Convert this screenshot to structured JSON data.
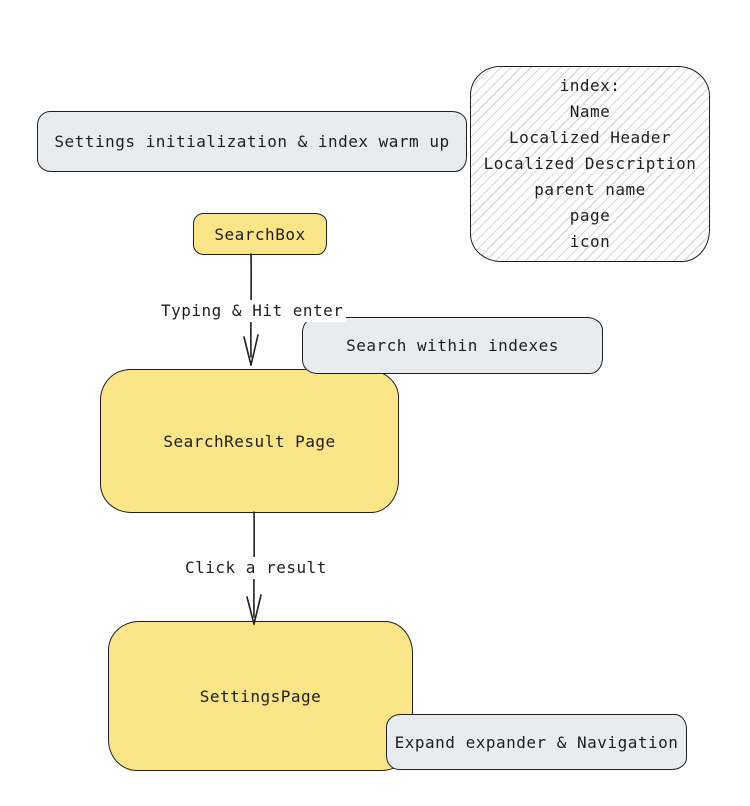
{
  "diagram": {
    "colors": {
      "yellow_fill": "#fae588",
      "grey_fill": "#e9ecef",
      "stroke": "#1e1e1e",
      "hachure_line": "#dadada",
      "background": "#ffffff"
    },
    "nodes": {
      "settings_init": {
        "label": "Settings initialization & index warm up"
      },
      "index_note": {
        "lines": [
          "index:",
          "Name",
          "Localized Header",
          "Localized Description",
          "parent name",
          "page",
          "icon"
        ]
      },
      "search_box": {
        "label": "SearchBox"
      },
      "search_within": {
        "label": "Search within indexes"
      },
      "search_result": {
        "label": "SearchResult Page"
      },
      "settings_page": {
        "label": "SettingsPage"
      },
      "expand_nav": {
        "label": "Expand expander & Navigation"
      }
    },
    "edges": {
      "typing": {
        "label": "Typing & Hit enter"
      },
      "click": {
        "label": "Click a result"
      }
    }
  }
}
